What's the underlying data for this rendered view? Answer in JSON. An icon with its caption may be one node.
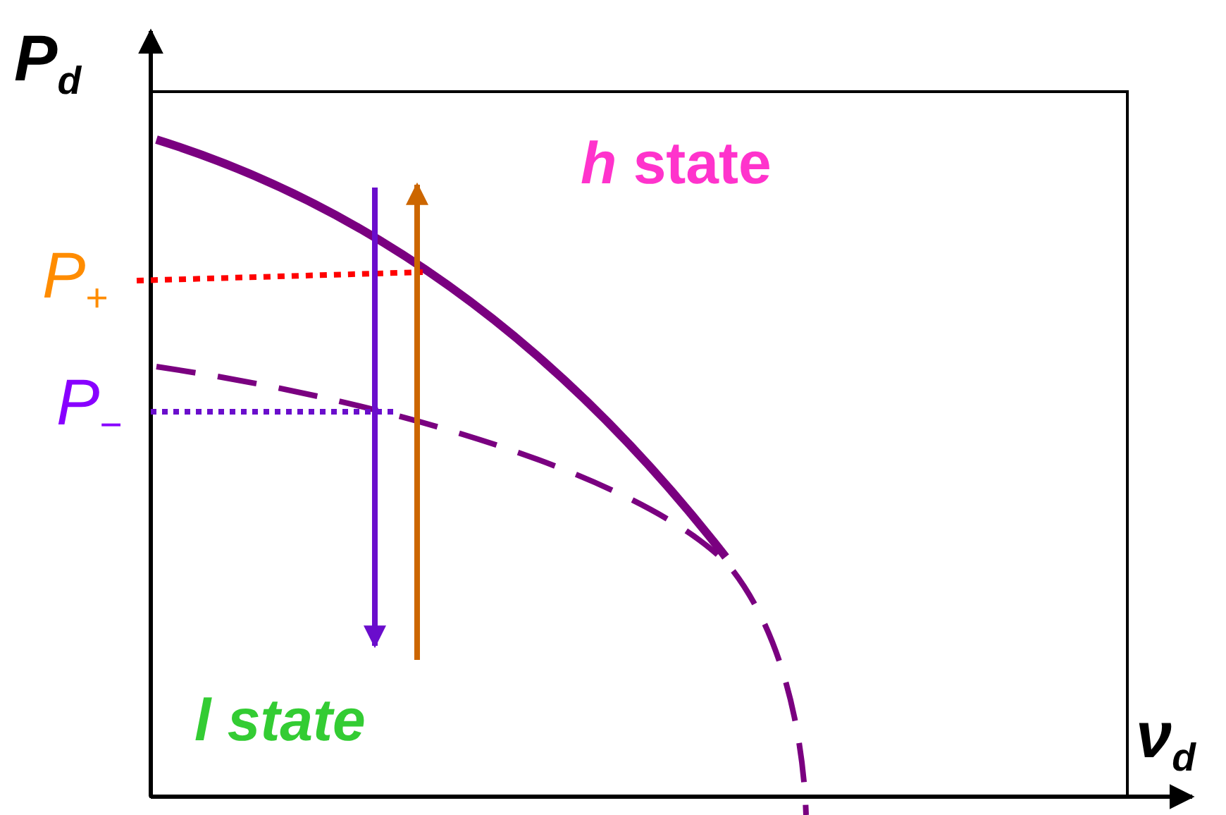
{
  "diagram": {
    "labels": [
      "*P*$_{d}$",
      "*h* state",
      "*P*$_{+}$",
      "*P*$_{−}$",
      "l state",
      "*ν*$_{d}$"
    ]
  }
}
